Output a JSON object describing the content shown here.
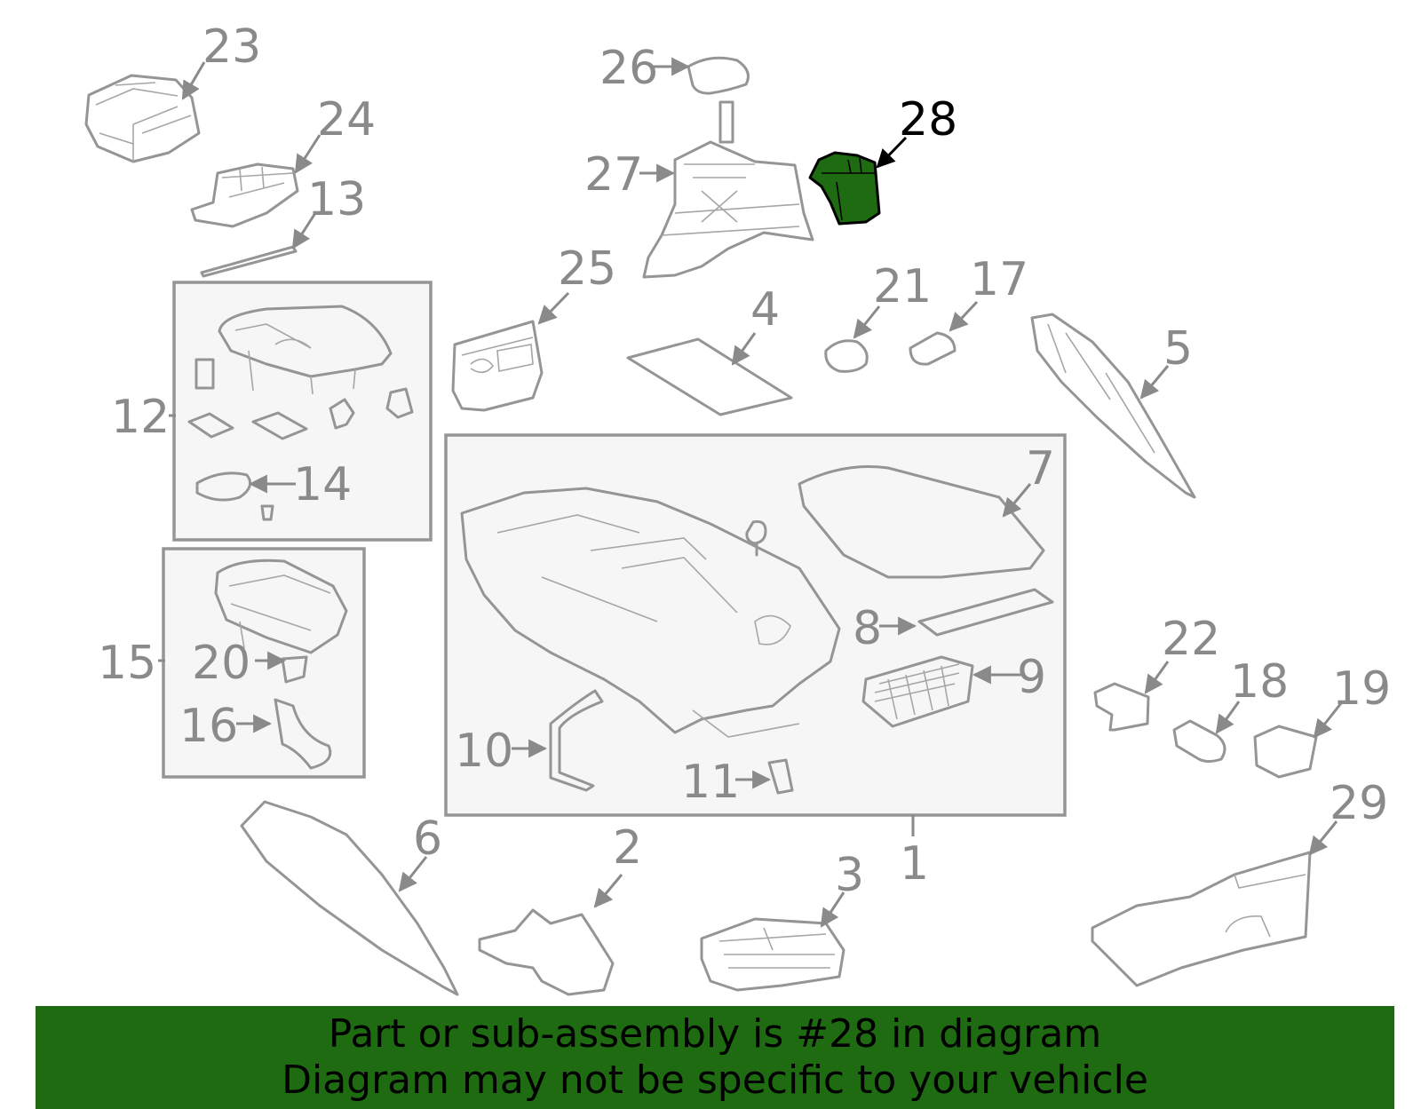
{
  "highlight_color": "#1e6b12",
  "highlighted_part": "28",
  "callouts": [
    "1",
    "2",
    "3",
    "4",
    "5",
    "6",
    "7",
    "8",
    "9",
    "10",
    "11",
    "12",
    "13",
    "14",
    "15",
    "16",
    "17",
    "18",
    "19",
    "20",
    "21",
    "22",
    "23",
    "24",
    "25",
    "26",
    "27",
    "28",
    "29"
  ],
  "footer": {
    "line1": "Part or sub-assembly is #28 in diagram",
    "line2": "Diagram may not be specific to your vehicle"
  }
}
